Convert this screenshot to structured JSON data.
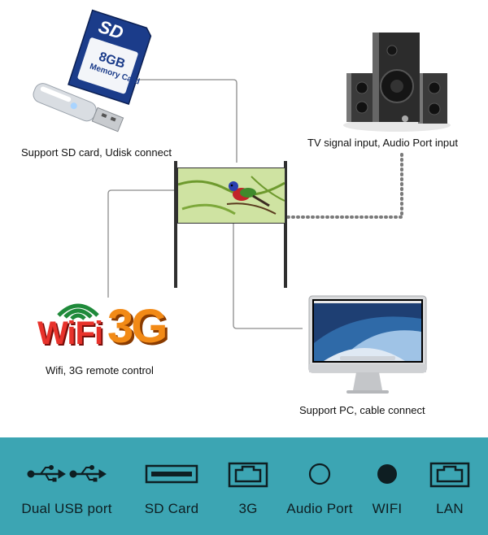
{
  "captions": {
    "sd_udisk": "Support SD card, Udisk connect",
    "tv_audio": "TV signal input, Audio Port input",
    "wifi_3g": "Wifi, 3G remote control",
    "pc_cable": "Support PC, cable connect"
  },
  "sd_card": {
    "brand": "SD",
    "capacity": "8GB",
    "label": "Memory Card"
  },
  "wifi_logo": {
    "wifi": "WiFi",
    "g3": "3G"
  },
  "ports": [
    {
      "label": "Dual USB port",
      "icon": "usb-icon"
    },
    {
      "label": "SD Card",
      "icon": "sd-slot-icon"
    },
    {
      "label": "3G",
      "icon": "3g-port-icon"
    },
    {
      "label": "Audio Port",
      "icon": "audio-port-icon"
    },
    {
      "label": "WIFI",
      "icon": "wifi-dot-icon"
    },
    {
      "label": "LAN",
      "icon": "lan-port-icon"
    }
  ],
  "colors": {
    "band": "#3ca5b3",
    "wire_solid": "#8a8a8a",
    "wire_dotted": "#7a7a7a",
    "wifi_red": "#e8322b",
    "g3_orange": "#f28a16"
  }
}
